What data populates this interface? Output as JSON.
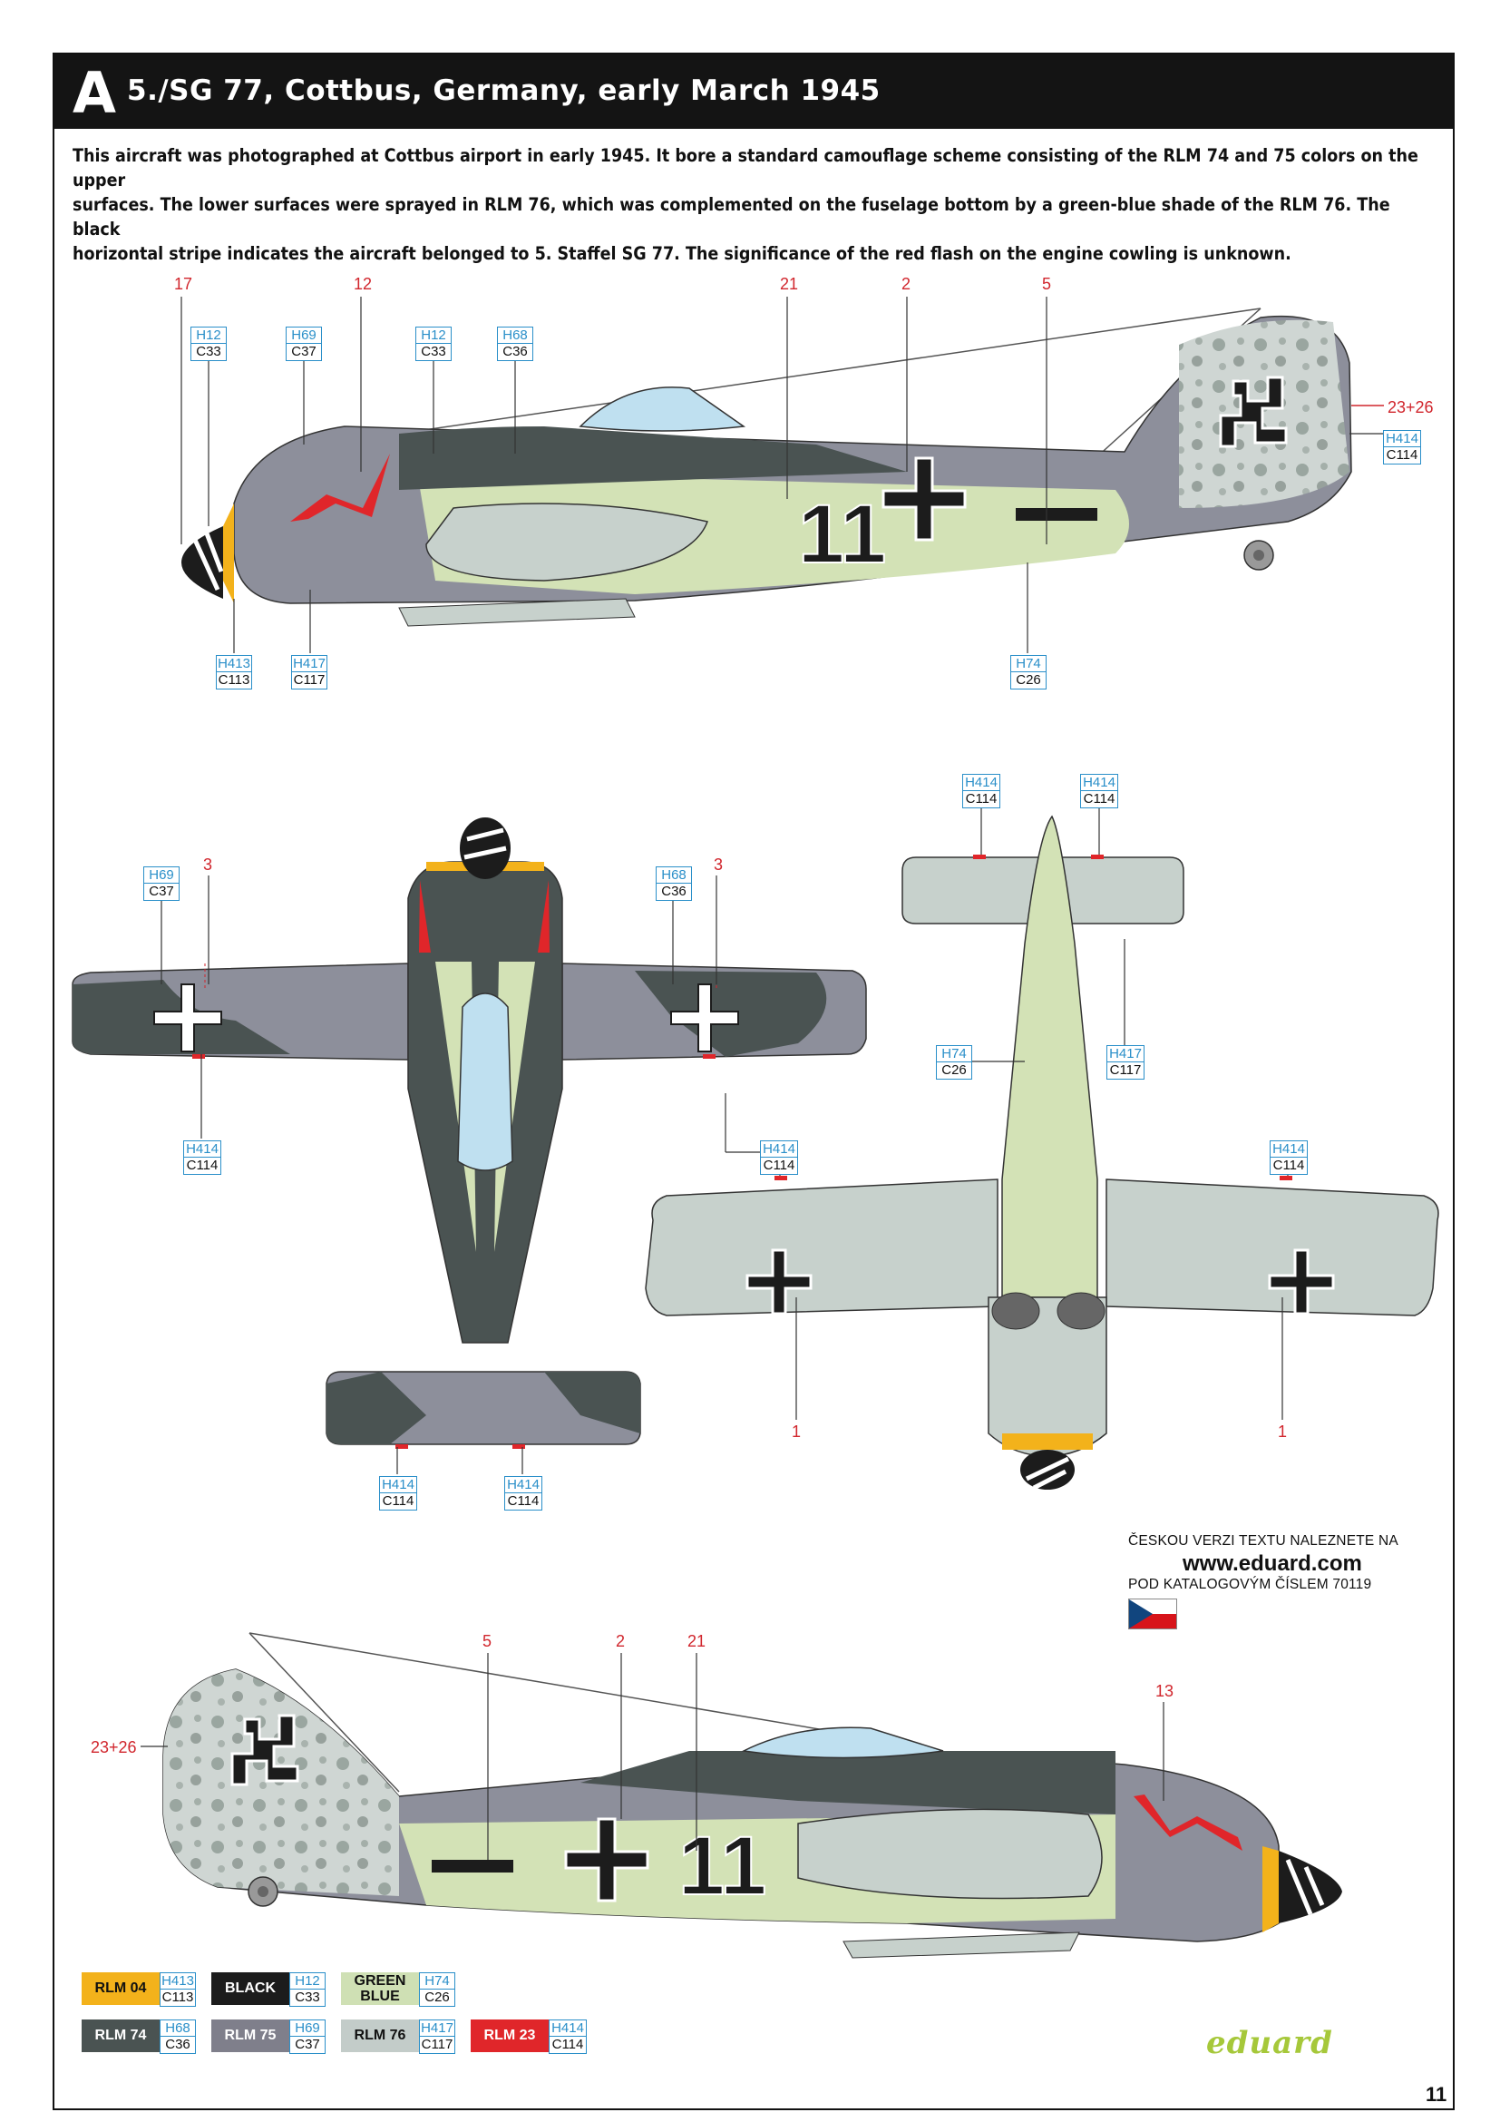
{
  "header": {
    "letter": "A",
    "title": "5./SG 77, Cottbus, Germany, early March 1945"
  },
  "description": {
    "line1": "This aircraft was photographed at Cottbus airport in early 1945. It bore a standard camouflage scheme consisting of the RLM 74 and 75 colors on the upper",
    "line2": "surfaces. The lower surfaces were sprayed in RLM 76, which was complemented on the fuselage bottom by a green-blue shade of the RLM 76. The black",
    "line3": "horizontal stripe indicates the aircraft belonged to 5. Staffel SG 77. The significance of the red flash on the engine cowling is unknown."
  },
  "side_view": {
    "refs": [
      "17",
      "12",
      "21",
      "2",
      "5"
    ],
    "tail_ref": "23+26",
    "fuselage_code": "11",
    "callouts": [
      {
        "h": "H12",
        "c": "C33"
      },
      {
        "h": "H69",
        "c": "C37"
      },
      {
        "h": "H12",
        "c": "C33"
      },
      {
        "h": "H68",
        "c": "C36"
      },
      {
        "h": "H414",
        "c": "C114"
      },
      {
        "h": "H413",
        "c": "C113"
      },
      {
        "h": "H417",
        "c": "C117"
      },
      {
        "h": "H74",
        "c": "C26"
      }
    ]
  },
  "top_view": {
    "refs": [
      "3",
      "3"
    ],
    "callouts": [
      {
        "h": "H69",
        "c": "C37"
      },
      {
        "h": "H68",
        "c": "C36"
      },
      {
        "h": "H414",
        "c": "C114"
      },
      {
        "h": "H414",
        "c": "C114"
      },
      {
        "h": "H414",
        "c": "C114"
      },
      {
        "h": "H414",
        "c": "C114"
      }
    ]
  },
  "bottom_view": {
    "refs": [
      "1",
      "1"
    ],
    "callouts": [
      {
        "h": "H414",
        "c": "C114"
      },
      {
        "h": "H414",
        "c": "C114"
      },
      {
        "h": "H74",
        "c": "C26"
      },
      {
        "h": "H417",
        "c": "C117"
      },
      {
        "h": "H414",
        "c": "C114"
      }
    ]
  },
  "second_side_view": {
    "refs": [
      "5",
      "2",
      "21",
      "13"
    ],
    "tail_ref": "23+26",
    "fuselage_code": "11"
  },
  "czech_note": {
    "line1": "ČESKOU VERZI TEXTU NALEZNETE NA",
    "line2": "www.eduard.com",
    "line3": "POD KATALOGOVÝM ČÍSLEM 70119"
  },
  "legend": [
    {
      "name": "RLM 04",
      "h": "H413",
      "c": "C113",
      "color": "#f3b21b",
      "text_color": "#111111"
    },
    {
      "name": "BLACK",
      "h": "H12",
      "c": "C33",
      "color": "#1c1c1c",
      "text_color": "#ffffff"
    },
    {
      "name": "GREEN BLUE",
      "h": "H74",
      "c": "C26",
      "color": "#cfe0b4",
      "text_color": "#111111"
    },
    {
      "name": "RLM 74",
      "h": "H68",
      "c": "C36",
      "color": "#4a5352",
      "text_color": "#ffffff"
    },
    {
      "name": "RLM 75",
      "h": "H69",
      "c": "C37",
      "color": "#7f7f8b",
      "text_color": "#ffffff"
    },
    {
      "name": "RLM 76",
      "h": "H417",
      "c": "C117",
      "color": "#c3ccc9",
      "text_color": "#111111"
    },
    {
      "name": "RLM 23",
      "h": "H414",
      "c": "C114",
      "color": "#e0262a",
      "text_color": "#ffffff"
    }
  ],
  "brand": "eduard",
  "page_number": "11",
  "colors": {
    "rlm74": "#4a5352",
    "rlm75": "#8d8f9b",
    "rlm76": "#c7d1cc",
    "green_blue": "#d3e2b6",
    "rlm04": "#f3b21b",
    "rlm23": "#e0262a",
    "callout_blue": "#2a8fc9",
    "ref_red": "#d1262d"
  }
}
